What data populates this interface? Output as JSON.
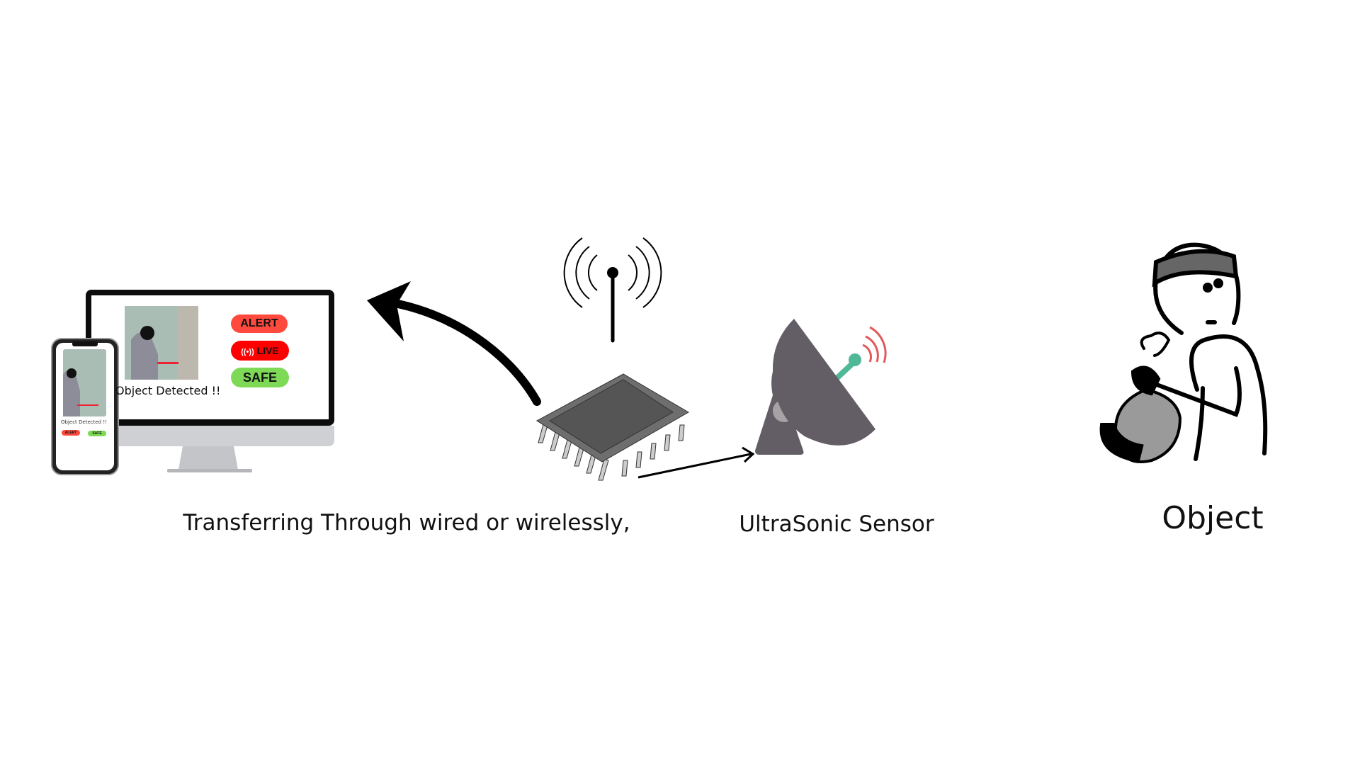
{
  "labels": {
    "transfer": "Transferring Through wired or wirelessly,",
    "sensor": "UltraSonic Sensor",
    "object": "Object"
  },
  "monitor_screen": {
    "caption": "Object Detected !!",
    "alert": "ALERT",
    "live": "LIVE",
    "safe": "SAFE"
  },
  "phone_screen": {
    "caption": "Object Detected !!",
    "alert": "ALERT",
    "safe": "SAFE"
  },
  "colors": {
    "alert": "#ff4a3d",
    "live": "#ff0000",
    "safe": "#7ed957",
    "dish": "#635e66",
    "feed": "#4fb896",
    "waves": "#e05a5a"
  },
  "icons": [
    "monitor",
    "smartphone",
    "curved-arrow",
    "antenna",
    "microchip",
    "arrow",
    "satellite-dish",
    "thief"
  ]
}
